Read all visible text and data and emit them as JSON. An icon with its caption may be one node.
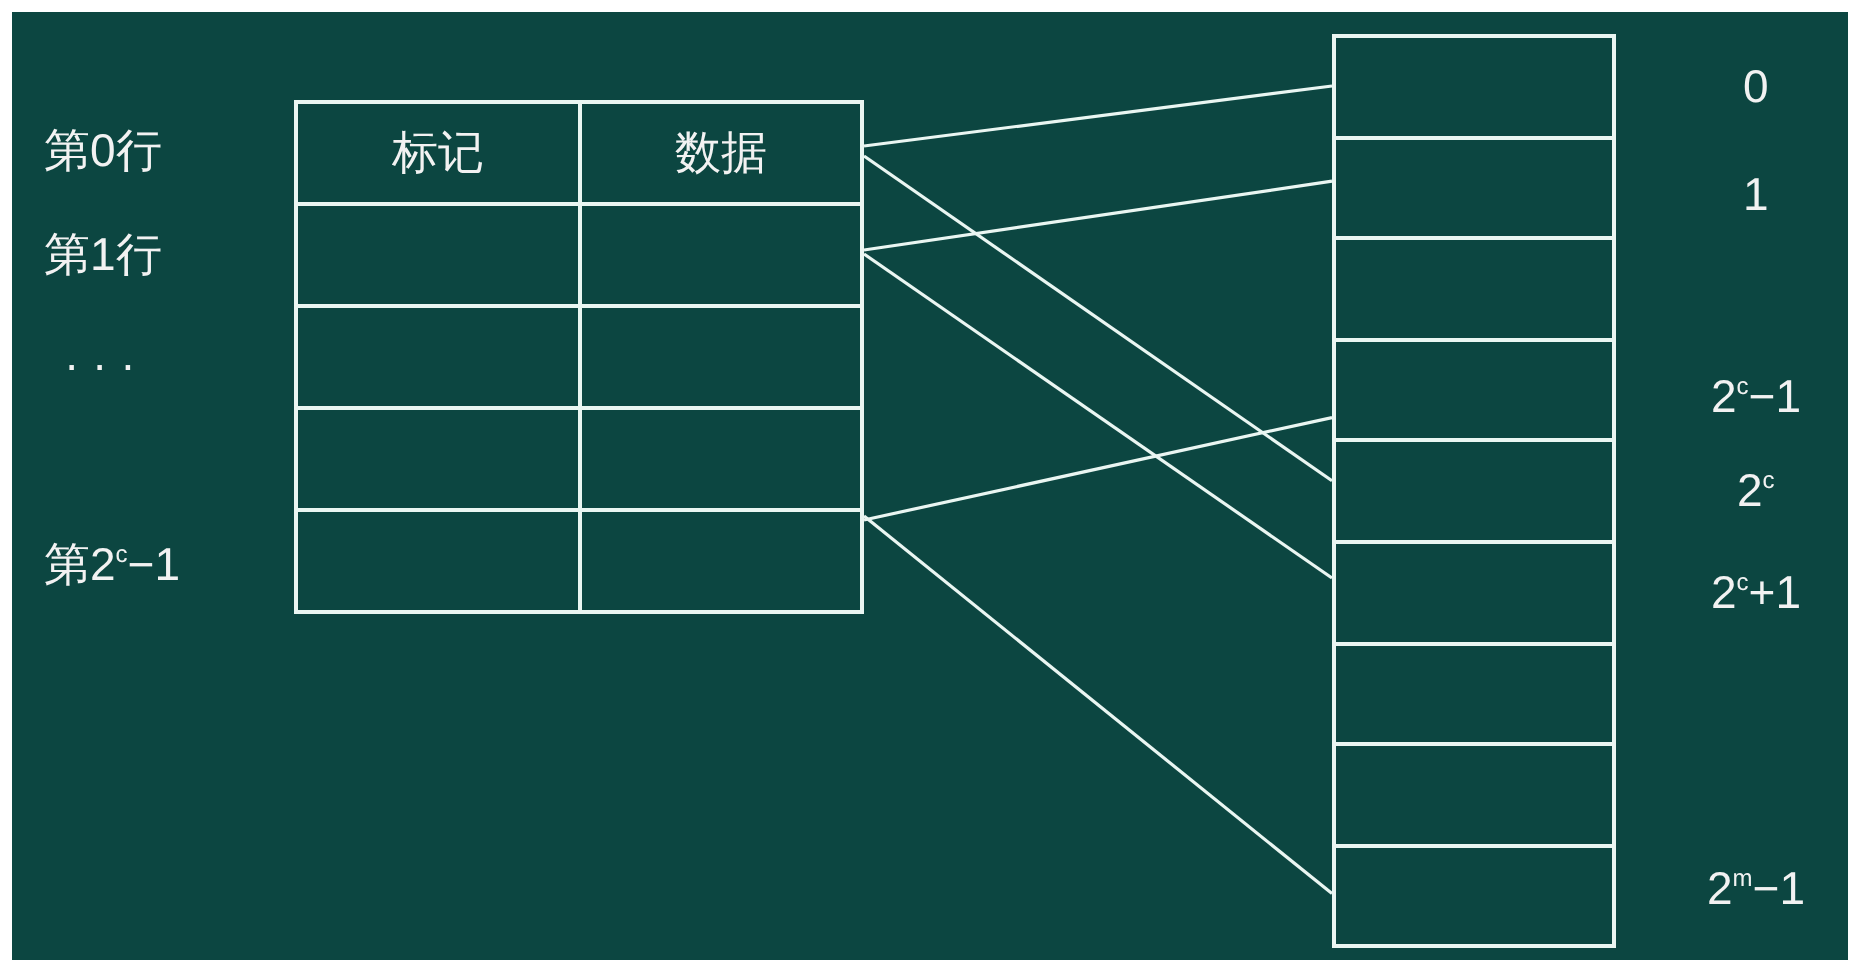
{
  "diagram": {
    "nodes": [
      {
        "text": [
          "标记"
        ],
        "beside": [
          "第0行"
        ]
      },
      {
        "text": [
          "数据"
        ]
      },
      {
        "text": [],
        "shape": "box",
        "beside": [
          "第1行"
        ]
      },
      {
        "text": [],
        "shape": "box"
      },
      {
        "text": [],
        "shape": "box"
      },
      {
        "text": [],
        "shape": "box"
      },
      {
        "text": [],
        "shape": "box"
      },
      {
        "text": [],
        "shape": "box"
      },
      {
        "text": [],
        "shape": "box",
        "beside": [
          "第2$^{c}$−1"
        ]
      },
      {
        "text": [],
        "shape": "box"
      },
      {
        "text": [],
        "shape": "box",
        "beside": [
          "0"
        ]
      },
      {
        "text": [],
        "shape": "box",
        "beside": [
          "1"
        ]
      },
      {
        "text": [],
        "shape": "box"
      },
      {
        "text": [],
        "shape": "box",
        "beside": [
          "2$^{c}$−1"
        ]
      },
      {
        "text": [],
        "shape": "box",
        "beside": [
          "2$^{c}$"
        ]
      },
      {
        "text": [],
        "shape": "box",
        "beside": [
          "2$^{c}$+1"
        ]
      },
      {
        "text": [],
        "shape": "box"
      },
      {
        "text": [],
        "shape": "box"
      },
      {
        "text": [],
        "shape": "box",
        "beside": [
          "2$^{m}$−1"
        ]
      }
    ],
    "edges": [
      {
        "from": 1,
        "to": 10,
        "arrow": "none"
      },
      {
        "from": 1,
        "to": 14,
        "arrow": "none"
      },
      {
        "from": 3,
        "to": 11,
        "arrow": "none"
      },
      {
        "from": 3,
        "to": 15,
        "arrow": "none"
      },
      {
        "from": 9,
        "to": 13,
        "arrow": "none"
      },
      {
        "from": 9,
        "to": 18,
        "arrow": "none"
      }
    ],
    "labels": [
      "· · ·"
    ]
  }
}
